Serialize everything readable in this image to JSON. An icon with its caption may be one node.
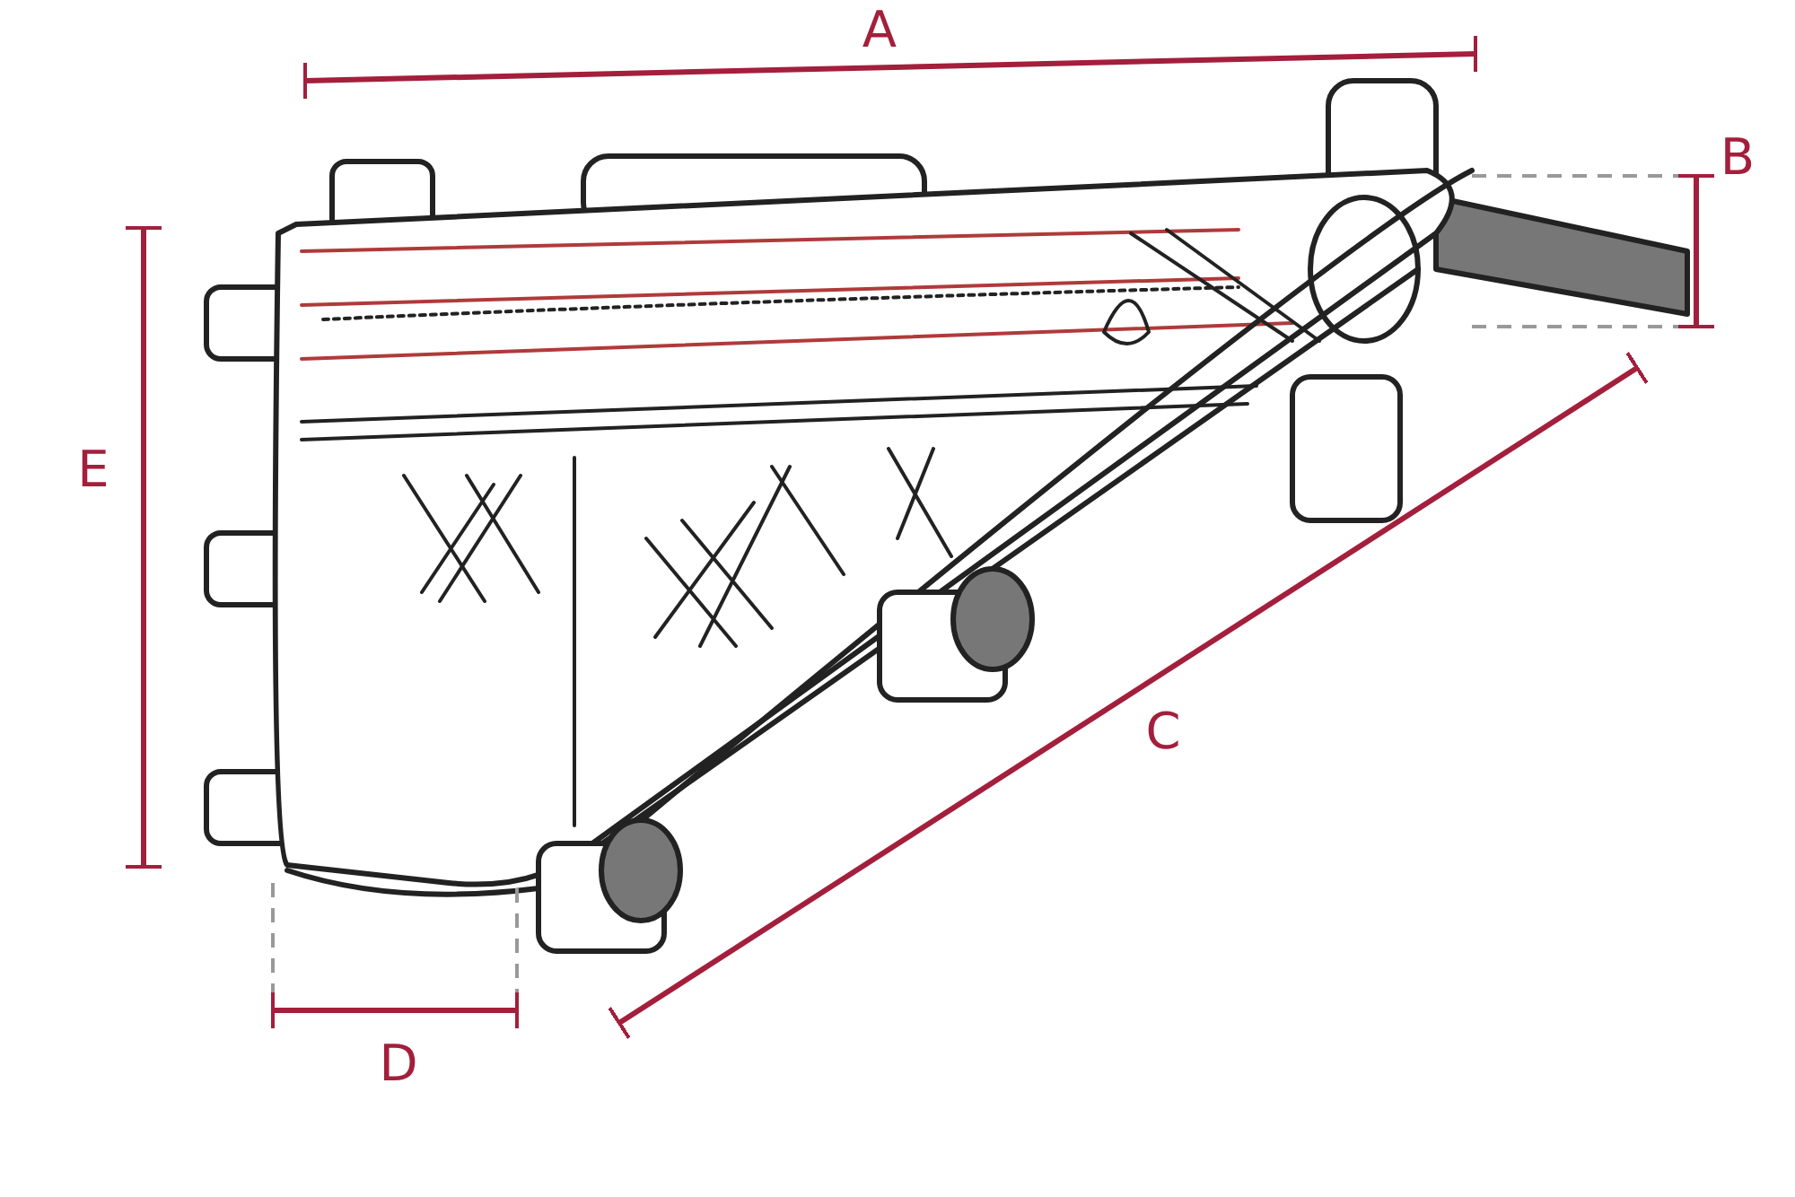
{
  "diagram": {
    "labels": [
      "A",
      "B",
      "E",
      "C",
      "D"
    ]
  }
}
